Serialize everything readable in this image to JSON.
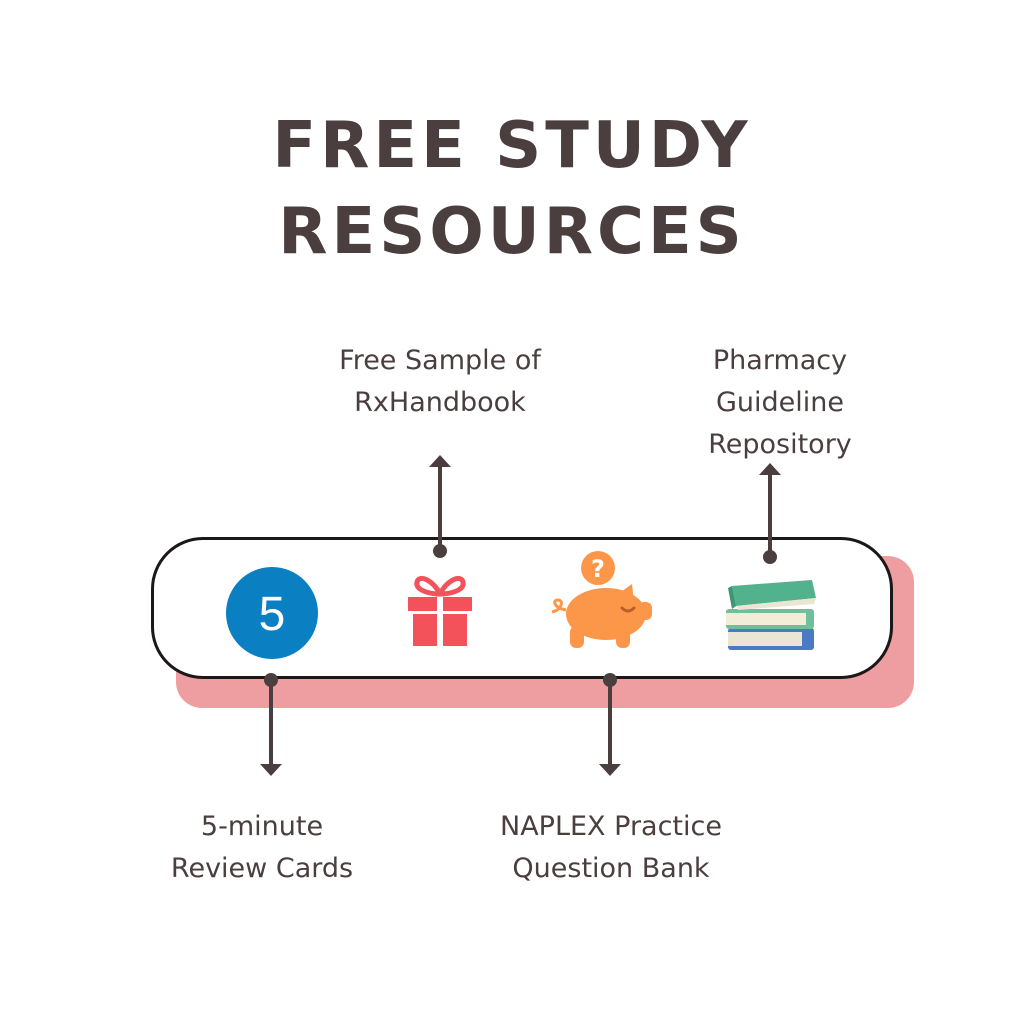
{
  "title": {
    "line1": "FREE STUDY",
    "line2": "RESOURCES"
  },
  "items": [
    {
      "lines": [
        "5-minute",
        "Review Cards"
      ],
      "icon": "number-five-circle-icon",
      "badge": "5"
    },
    {
      "lines": [
        "Free Sample of",
        "RxHandbook"
      ],
      "icon": "gift-icon"
    },
    {
      "lines": [
        "NAPLEX Practice",
        "Question Bank"
      ],
      "icon": "piggy-bank-question-icon",
      "badge": "?"
    },
    {
      "lines": [
        "Pharmacy",
        "Guideline",
        "Repository"
      ],
      "icon": "books-stack-icon"
    }
  ],
  "colors": {
    "text": "#4a3f3e",
    "bar_shadow": "#ee9ea0",
    "bar_border": "#1d1717",
    "badge_blue": "#0a7fc1",
    "gift_red": "#f4525a",
    "piggy_orange": "#fc9749"
  }
}
